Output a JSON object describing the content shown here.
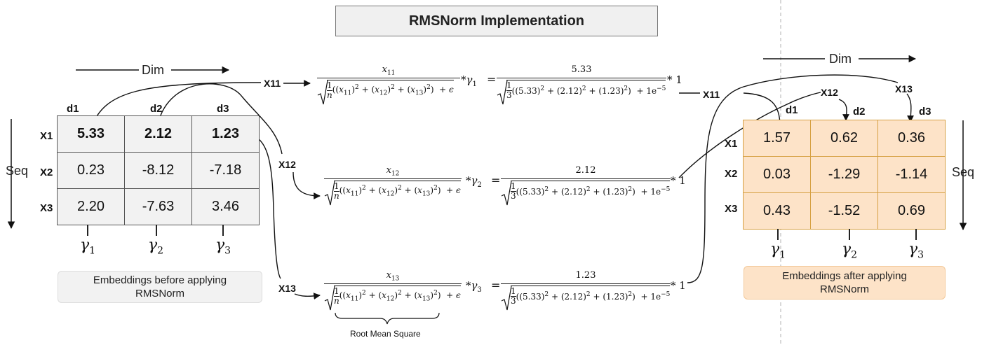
{
  "title": "RMSNorm Implementation",
  "dim_label": "Dim",
  "seq_label": "Seq",
  "col_headers": [
    "d1",
    "d2",
    "d3"
  ],
  "row_headers": [
    "X1",
    "X2",
    "X3"
  ],
  "gammas": [
    {
      "symbol": "γ",
      "sub": "1"
    },
    {
      "symbol": "γ",
      "sub": "2"
    },
    {
      "symbol": "γ",
      "sub": "3"
    }
  ],
  "before": {
    "rows": [
      [
        "5.33",
        "2.12",
        "1.23"
      ],
      [
        "0.23",
        "-8.12",
        "-7.18"
      ],
      [
        "2.20",
        "-7.63",
        "3.46"
      ]
    ],
    "caption_line1": "Embeddings before applying",
    "caption_line2": "RMSNorm"
  },
  "after": {
    "rows": [
      [
        "1.57",
        "0.62",
        "0.36"
      ],
      [
        "0.03",
        "-1.29",
        "-1.14"
      ],
      [
        "0.43",
        "-1.52",
        "0.69"
      ]
    ],
    "caption_line1": "Embeddings after applying",
    "caption_line2": "RMSNorm"
  },
  "element_labels": [
    "X11",
    "X12",
    "X13"
  ],
  "formula": {
    "x_symbol": "x",
    "subs": [
      "11",
      "12",
      "13"
    ],
    "one": "1",
    "n": "n",
    "three": "3",
    "epsilon": "ϵ",
    "plus": "+",
    "squared": "2",
    "times": "*",
    "equals": "=",
    "one_e": "1e",
    "neg5": "−5",
    "numeric_numerators": [
      "5.33",
      "2.12",
      "1.23"
    ],
    "numeric_terms": [
      "5.33",
      "2.12",
      "1.23"
    ],
    "times_one": "* 1"
  },
  "root_mean_square": "Root Mean Square",
  "colors": {
    "after_fill": "#fde3c8",
    "after_border": "#d6a042",
    "caption_before_bg": "#f2f2f2",
    "caption_after_bg": "#fde3c8"
  }
}
